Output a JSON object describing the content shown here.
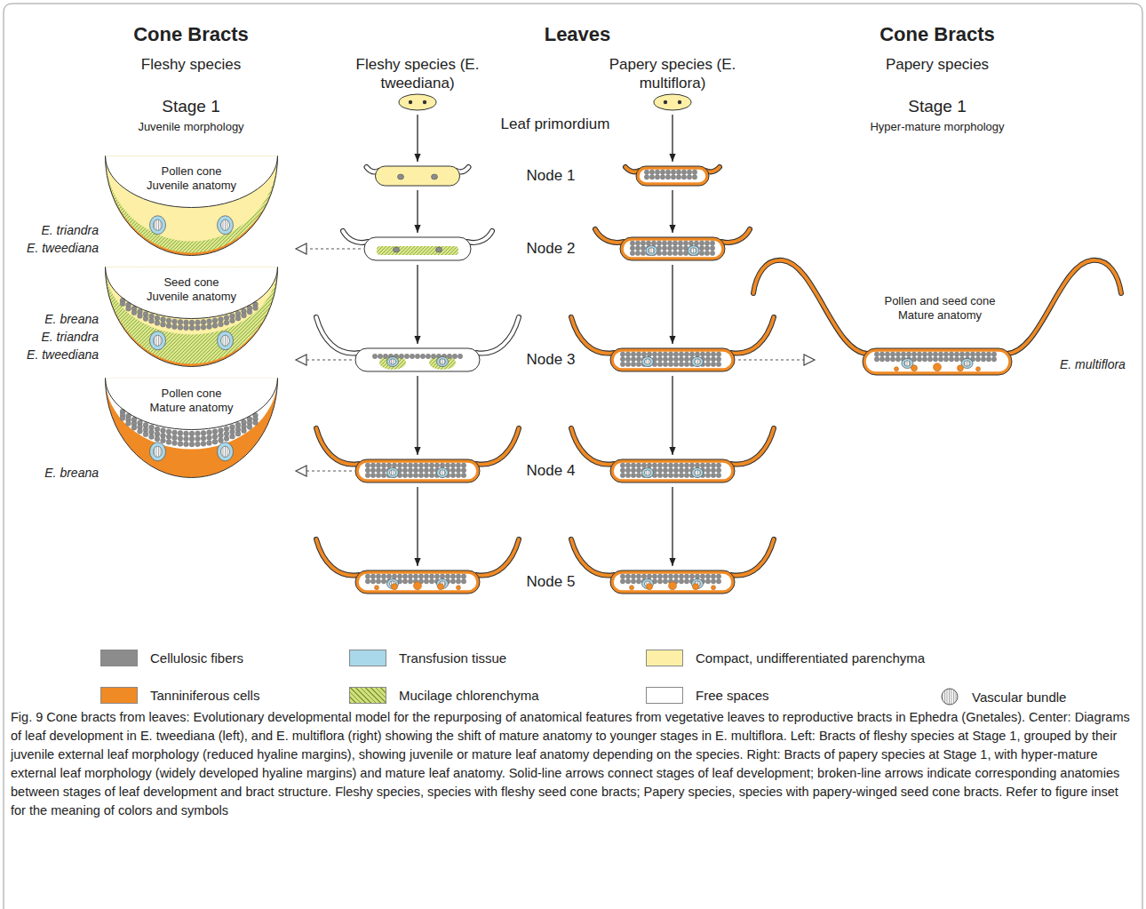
{
  "diagram": {
    "caption": "Fig. 9 Cone bracts from leaves: Evolutionary developmental model for the repurposing of anatomical features from vegetative leaves to reproductive bracts in Ephedra (Gnetales). Center: Diagrams of leaf development in E. tweediana (left), and E. multiflora (right) showing the shift of mature anatomy to younger stages in E. multiflora. Left: Bracts of fleshy species at Stage 1, grouped by their juvenile external leaf morphology (reduced hyaline margins), showing juvenile or mature leaf anatomy depending on the species. Right: Bracts of papery species at Stage 1, with hyper-mature external leaf morphology (widely developed hyaline margins) and mature leaf anatomy. Solid-line arrows connect stages of leaf development; broken-line arrows indicate corresponding anatomies between stages of leaf development and bract structure. Fleshy species, species with fleshy seed cone bracts; Papery species, species with papery-winged seed cone bracts. Refer to figure inset for the meaning of colors and symbols",
    "nodes": [
      {
        "text": [
          "Pollen cone",
          "Juvenile anatomy"
        ]
      },
      {
        "text": [
          "Seed cone",
          "Juvenile anatomy"
        ]
      },
      {
        "text": [
          "Pollen cone",
          "Mature anatomy"
        ]
      },
      {
        "text": [
          "Pollen and seed cone",
          "Mature anatomy"
        ]
      }
    ],
    "labels": [
      "Cone Bracts",
      "Fleshy species",
      "Stage 1",
      "Juvenile morphology",
      "Leaves",
      "Fleshy species (E. tweediana)",
      "Papery species (E. multiflora)",
      "Cone Bracts",
      "Papery species",
      "Stage 1",
      "Hyper-mature morphology",
      "Leaf primordium",
      "Node 1",
      "Node 2",
      "Node 3",
      "Node 4",
      "Node 5",
      "E. triandra",
      "E. tweediana",
      "E. breana",
      "E. triandra",
      "E. tweediana",
      "E. breana",
      "E. multiflora"
    ],
    "legend": [
      {
        "text": "Cellulosic fibers",
        "color": "#8c8c8c"
      },
      {
        "text": "Transfusion tissue",
        "color": "#a8d8ea"
      },
      {
        "text": "Compact, undifferentiated parenchyma",
        "color": "#fdf0a6"
      },
      {
        "text": "Tanniniferous cells",
        "color": "#f08a24"
      },
      {
        "text": "Mucilage chlorenchyma",
        "color": "#cfe07a"
      },
      {
        "text": "Free spaces",
        "color": "#ffffff"
      },
      {
        "text": "Vascular bundle"
      }
    ]
  }
}
